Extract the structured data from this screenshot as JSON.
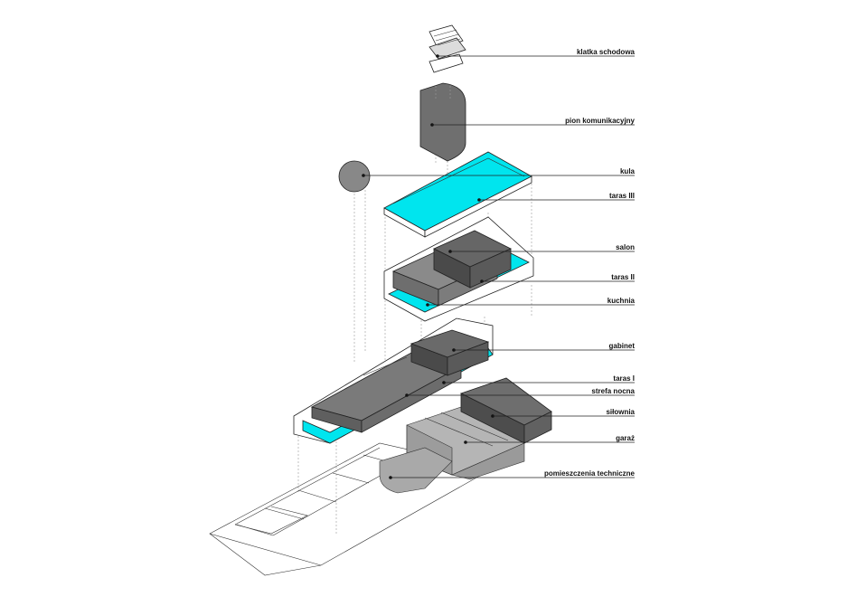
{
  "colors": {
    "accent": "#00e5ee",
    "dark": "#5e5e5e",
    "mid": "#7a7a7a",
    "light": "#a6a6a6"
  },
  "labels": [
    {
      "id": "klatka",
      "text": "klatka schodowa"
    },
    {
      "id": "pion",
      "text": "pion komunikacyjny"
    },
    {
      "id": "kula",
      "text": "kula"
    },
    {
      "id": "taras3",
      "text": "taras III"
    },
    {
      "id": "salon",
      "text": "salon"
    },
    {
      "id": "taras2",
      "text": "taras II"
    },
    {
      "id": "kuchnia",
      "text": "kuchnia"
    },
    {
      "id": "gabinet",
      "text": "gabinet"
    },
    {
      "id": "taras1",
      "text": "taras I"
    },
    {
      "id": "strefa",
      "text": "strefa nocna"
    },
    {
      "id": "silownia",
      "text": "siłownia"
    },
    {
      "id": "garaz",
      "text": "garaż"
    },
    {
      "id": "techniczne",
      "text": "pomieszczenia techniczne"
    }
  ]
}
